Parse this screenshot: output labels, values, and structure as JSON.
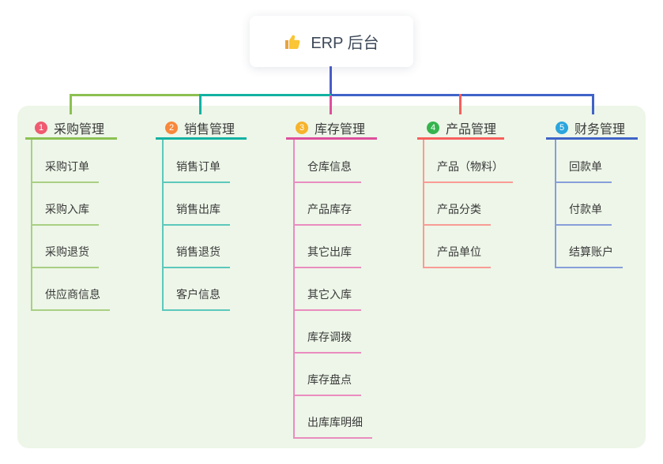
{
  "root": {
    "icon": "thumbs-up-icon",
    "title": "ERP 后台"
  },
  "branches": [
    {
      "num": "1",
      "label": "采购管理",
      "children": [
        "采购订单",
        "采购入库",
        "采购退货",
        "供应商信息"
      ]
    },
    {
      "num": "2",
      "label": "销售管理",
      "children": [
        "销售订单",
        "销售出库",
        "销售退货",
        "客户信息"
      ]
    },
    {
      "num": "3",
      "label": "库存管理",
      "children": [
        "仓库信息",
        "产品库存",
        "其它出库",
        "其它入库",
        "库存调拨",
        "库存盘点",
        "出库库明细"
      ]
    },
    {
      "num": "4",
      "label": "产品管理",
      "children": [
        "产品（物料）",
        "产品分类",
        "产品单位"
      ]
    },
    {
      "num": "5",
      "label": "财务管理",
      "children": [
        "回款单",
        "付款单",
        "结算账户"
      ]
    }
  ],
  "colors": {
    "panel_bg": "#edf6e8",
    "title_text": "#3d4858",
    "text": "#3a3a3a",
    "root_connector": "#4a5cc5",
    "b1_line": "#8cc152",
    "b1_sub": "#a9cf83",
    "b1_badge": "#ef5b70",
    "b2_line": "#12b2a2",
    "b2_sub": "#5cc8bc",
    "b2_badge": "#f8883c",
    "b3_line": "#de4f9c",
    "b3_sub": "#ea8cc0",
    "b3_badge": "#f6b32b",
    "b4_line": "#f75f5c",
    "b4_sub": "#f99b95",
    "b4_badge": "#35b44e",
    "b5_line": "#3f63c8",
    "b5_sub": "#879eda",
    "b5_badge": "#2ba5dd"
  }
}
